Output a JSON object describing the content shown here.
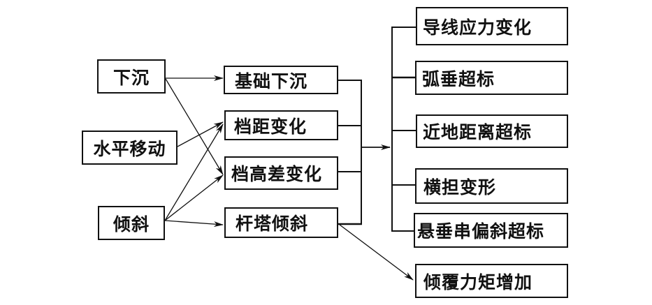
{
  "diagram": {
    "type": "flowchart",
    "colors": {
      "stroke": "#111111",
      "background": "#ffffff",
      "text": "#111111"
    },
    "causes": [
      {
        "id": "subsidence",
        "label": "下沉"
      },
      {
        "id": "horizontal_move",
        "label": "水平移动"
      },
      {
        "id": "tilt",
        "label": "倾斜"
      }
    ],
    "effects": [
      {
        "id": "foundation_subsidence",
        "label": "基础下沉"
      },
      {
        "id": "span_change",
        "label": "档距变化"
      },
      {
        "id": "height_diff_change",
        "label": "档高差变化"
      },
      {
        "id": "tower_tilt",
        "label": "杆塔倾斜"
      }
    ],
    "consequences": [
      {
        "id": "conductor_stress",
        "label": "导线应力变化"
      },
      {
        "id": "sag_exceed",
        "label": "弧垂超标"
      },
      {
        "id": "ground_clearance_exceed",
        "label": "近地距离超标"
      },
      {
        "id": "crossarm_deform",
        "label": "横担变形"
      },
      {
        "id": "insulator_deflect_exceed",
        "label": "悬垂串偏斜超标"
      },
      {
        "id": "overturn_moment_increase",
        "label": "倾覆力矩增加"
      }
    ],
    "edges": [
      {
        "from": "subsidence",
        "to": "foundation_subsidence"
      },
      {
        "from": "subsidence",
        "to": "height_diff_change"
      },
      {
        "from": "horizontal_move",
        "to": "span_change"
      },
      {
        "from": "tilt",
        "to": "span_change"
      },
      {
        "from": "tilt",
        "to": "height_diff_change"
      },
      {
        "from": "tilt",
        "to": "tower_tilt"
      },
      {
        "from": "effects_group",
        "to": "consequences_group",
        "kind": "bus"
      },
      {
        "from": "tower_tilt",
        "to": "overturn_moment_increase"
      }
    ]
  }
}
